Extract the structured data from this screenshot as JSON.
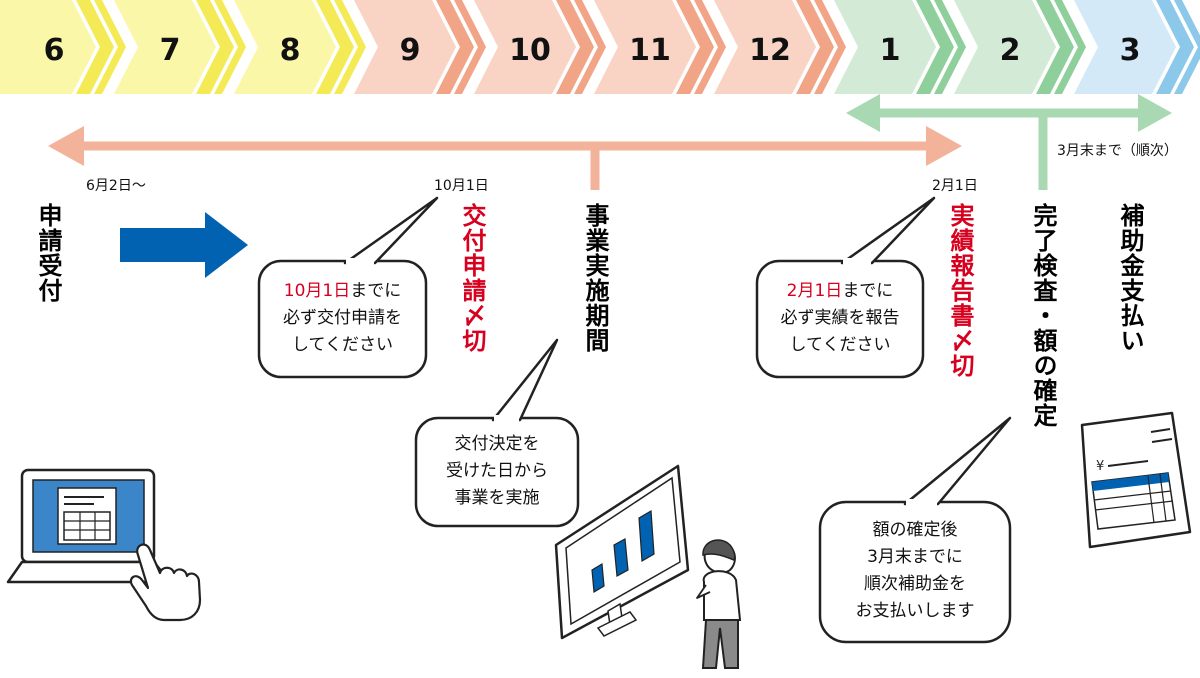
{
  "months": [
    "6",
    "7",
    "8",
    "9",
    "10",
    "11",
    "12",
    "1",
    "2",
    "3"
  ],
  "colors": {
    "yellow": "#fbf7a8",
    "yellow_chev": "#f4ea55",
    "salmon": "#f9d3c4",
    "salmon_chev": "#f2a487",
    "green": "#d3ead7",
    "green_chev": "#8fcf9b",
    "blue": "#d3e9f8",
    "blue_chev": "#8cc8ea",
    "arrow_orange": "#f2b39a",
    "arrow_green": "#a9d9b2",
    "navy": "#0062b1",
    "red": "#d7001f"
  },
  "dates": {
    "start": "6月2日～",
    "oct": "10月1日",
    "feb": "2月1日",
    "march_end": "3月末まで（順次）"
  },
  "phases": {
    "application": "申請受付",
    "grant_deadline": "交付申請〆切",
    "project_period": "事業実施期間",
    "report_deadline": "実績報告書〆切",
    "inspection": "完了検査・額の確定",
    "payment": "補助金支払い"
  },
  "bubbles": {
    "grant": {
      "red": "10月1日",
      "line1_rest": "までに",
      "line2": "必ず交付申請を",
      "line3": "してください"
    },
    "project": {
      "line1": "交付決定を",
      "line2": "受けた日から",
      "line3": "事業を実施"
    },
    "report": {
      "red": "2月1日",
      "line1_rest": "までに",
      "line2": "必ず実績を報告",
      "line3": "してください"
    },
    "payment": {
      "line1": "額の確定後",
      "line2": "3月末までに",
      "line3": "順次補助金を",
      "line4": "お支払いします"
    }
  },
  "icons": [
    "laptop-touch-icon",
    "navy-right-arrow-icon",
    "monitor-chart-icon",
    "person-thinking-icon",
    "invoice-document-icon"
  ]
}
